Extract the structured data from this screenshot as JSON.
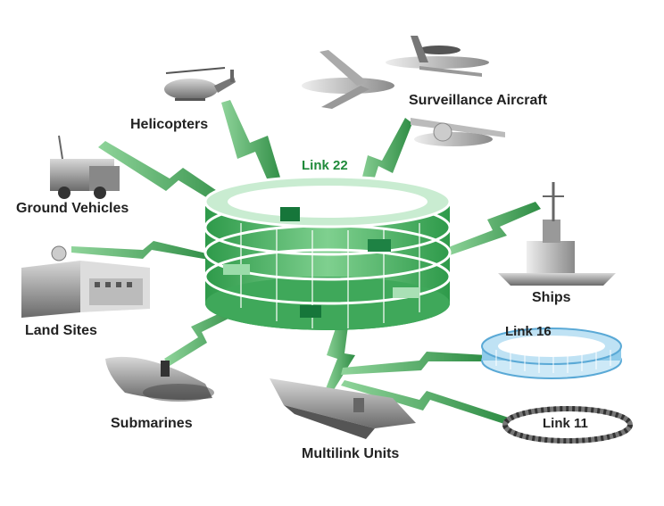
{
  "diagram": {
    "center_label": "Link 22",
    "nodes": {
      "helicopters": "Helicopters",
      "surveillance_aircraft": "Surveillance Aircraft",
      "ground_vehicles": "Ground Vehicles",
      "land_sites": "Land Sites",
      "ships": "Ships",
      "submarines": "Submarines",
      "multilink_units": "Multilink Units",
      "link16": "Link 16",
      "link11": "Link 11"
    },
    "colors": {
      "link22_green": "#2e9a4a",
      "link22_light": "#a9e0b5",
      "link16_blue": "#8fcbea",
      "bolt_green": "#3a9d4d",
      "vehicle_gray": "#7a7a7a"
    }
  }
}
